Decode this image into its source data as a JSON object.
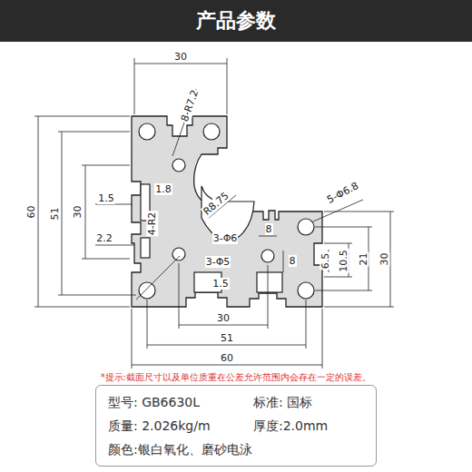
{
  "diagram": {
    "title": "产品参数",
    "nodes": [
      {
        "text": [
          "型号: GB6630L",
          "标准: 国标",
          "质量: 2.026kg/m",
          "厚度:2.0mm",
          "颜色:银白氧化、磨砂电泳"
        ]
      }
    ],
    "labels": [
      "30",
      "8-R7.2",
      "60",
      "51",
      "30",
      "1.5",
      "1.8",
      "4-R2",
      "R8.75",
      "2.2",
      "3-Φ6",
      "3-Φ5",
      "1.5",
      "8",
      "5-Φ6.8",
      "8",
      "6.5",
      "10.5",
      "21",
      "30",
      "30",
      "51",
      "60",
      "*提示:截面尺寸以及单位质重在公差允许范围内会存在一定的误差。"
    ]
  }
}
